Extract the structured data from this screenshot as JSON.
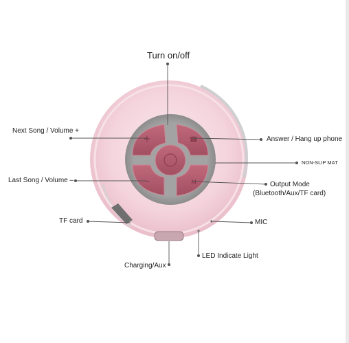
{
  "diagram": {
    "labels": {
      "turn_on_off": "Turn on/off",
      "next_song": "Next Song / Volume +",
      "answer": "Answer / Hang up phone",
      "non_slip": "NON-SLIP MAT",
      "last_song": "Last Song / Volume –",
      "output_mode": "Output Mode",
      "output_mode_detail": "(Bluetooth/Aux/TF card)",
      "tf_card": "TF card",
      "mic": "MIC",
      "charging": "Charging/Aux",
      "led": "LED Indicate Light"
    },
    "button_glyphs": {
      "top_left": "+",
      "bottom_left": "−",
      "top_right": "☎",
      "bottom_right": "M",
      "center": "⏻"
    },
    "colors": {
      "body_pink": "#f3d5dc",
      "ring_gray": "#9c9c9c",
      "button_rose": "#b05a6c",
      "leader_line": "#555555"
    }
  }
}
